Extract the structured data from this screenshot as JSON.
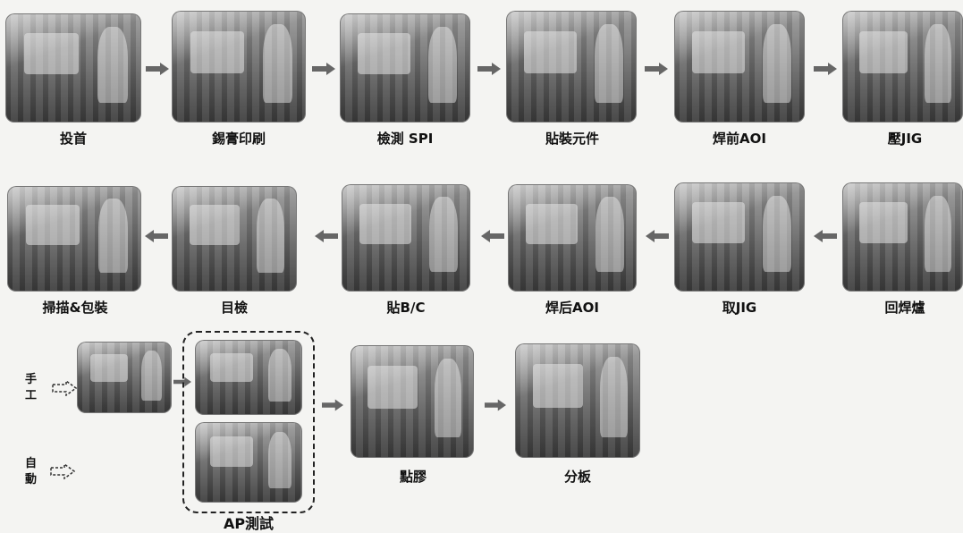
{
  "row1": {
    "steps": [
      {
        "label": "投首"
      },
      {
        "label": "錫膏印刷"
      },
      {
        "label": "檢測 SPI"
      },
      {
        "label": "貼裝元件"
      },
      {
        "label": "焊前AOI"
      },
      {
        "label": "壓JIG"
      }
    ]
  },
  "row2": {
    "steps": [
      {
        "label": "掃描&包裝"
      },
      {
        "label": "目檢"
      },
      {
        "label": "貼B/C"
      },
      {
        "label": "焊后AOI"
      },
      {
        "label": "取JIG"
      },
      {
        "label": "回焊爐"
      }
    ]
  },
  "row3": {
    "manual_label": "手\n工",
    "auto_label": "自\n動",
    "ap_label": "AP測試",
    "dispense_label": "點膠",
    "separate_label": "分板"
  }
}
